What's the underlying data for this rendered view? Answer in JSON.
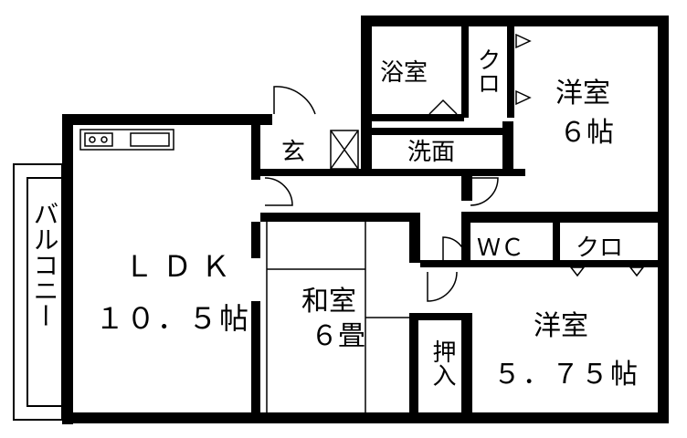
{
  "rooms": {
    "ldk": {
      "name": "ＬＤＫ",
      "size": "１０．５帖"
    },
    "washitsu": {
      "name": "和室",
      "size": "６畳"
    },
    "yoshitsu_upper": {
      "name": "洋室",
      "size": "６帖"
    },
    "yoshitsu_lower": {
      "name": "洋室",
      "size": "５．７５帖"
    },
    "bath": {
      "name": "浴室"
    },
    "washroom": {
      "name": "洗面"
    },
    "entrance": {
      "name": "玄"
    },
    "toilet": {
      "name": "ＷＣ"
    },
    "closet_upper": {
      "name": "クロ"
    },
    "closet_lower": {
      "name": "クロ"
    },
    "oshiire": {
      "name": "押入"
    },
    "balcony": {
      "name": "バルコニー"
    }
  }
}
